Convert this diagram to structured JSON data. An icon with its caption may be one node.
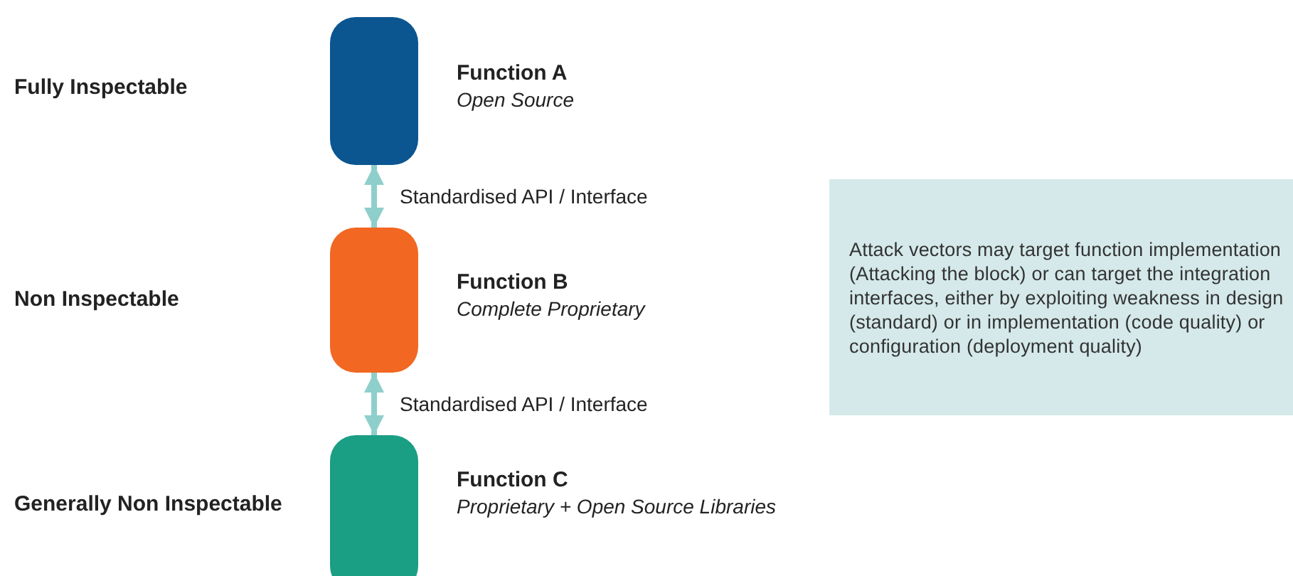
{
  "diagram": {
    "nodes": [
      {
        "text": [],
        "shape": "box",
        "beside": [
          "Function A",
          "Open Source"
        ]
      },
      {
        "text": [],
        "shape": "box",
        "beside": [
          "Function B",
          "Complete Proprietary"
        ]
      },
      {
        "text": [],
        "shape": "box",
        "beside": [
          "Function C",
          "Proprietary + Open Source Libraries"
        ]
      },
      {
        "text": [
          "Attack vectors may target function implementation (Attacking the block) or can target the integration interfaces, either by exploiting weakness in design (standard) or in implementation (code quality) or configuration (deployment quality)"
        ]
      }
    ],
    "edges": [
      {
        "from": 0,
        "to": 1,
        "arrow": "both",
        "label": "Standardised API / Interface"
      },
      {
        "from": 1,
        "to": 2,
        "arrow": "both",
        "label": "Standardised API / Interface"
      }
    ],
    "labels": [
      "Fully Inspectable",
      "Non Inspectable",
      "Generally Non Inspectable"
    ]
  }
}
